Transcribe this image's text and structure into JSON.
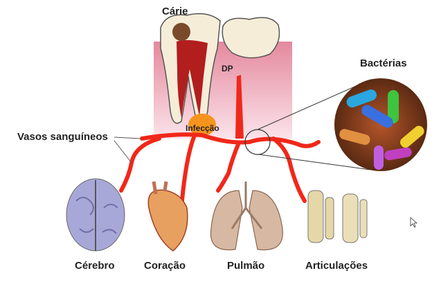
{
  "labels": {
    "caries": "Cárie",
    "dp": "DP",
    "bacteria": "Bactérias",
    "infection": "Infecção",
    "blood_vessels": "Vasos sanguíneos",
    "brain": "Cérebro",
    "heart": "Coração",
    "lung": "Pulmão",
    "joints": "Articulações"
  },
  "colors": {
    "vessel": "#f0281a",
    "gum": "#d9647e",
    "infection": "#f7941d"
  }
}
